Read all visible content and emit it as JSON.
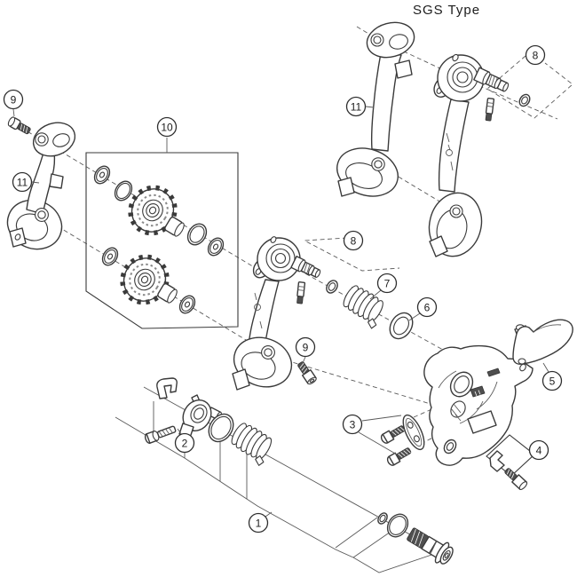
{
  "title": "SGS Type",
  "diagram_type": "exploded-parts-diagram",
  "colors": {
    "line": "#3a3a3a",
    "background": "#ffffff",
    "dark_fill": "#4f4f4f"
  },
  "callouts": [
    {
      "id": "9-upper-left",
      "label": "9"
    },
    {
      "id": "11-left",
      "label": "11"
    },
    {
      "id": "10",
      "label": "10"
    },
    {
      "id": "11-upper",
      "label": "11"
    },
    {
      "id": "8-upper",
      "label": "8"
    },
    {
      "id": "8-middle",
      "label": "8"
    },
    {
      "id": "7",
      "label": "7"
    },
    {
      "id": "6",
      "label": "6"
    },
    {
      "id": "9-middle",
      "label": "9"
    },
    {
      "id": "5",
      "label": "5"
    },
    {
      "id": "3",
      "label": "3"
    },
    {
      "id": "2",
      "label": "2"
    },
    {
      "id": "4",
      "label": "4"
    },
    {
      "id": "1",
      "label": "1"
    }
  ]
}
